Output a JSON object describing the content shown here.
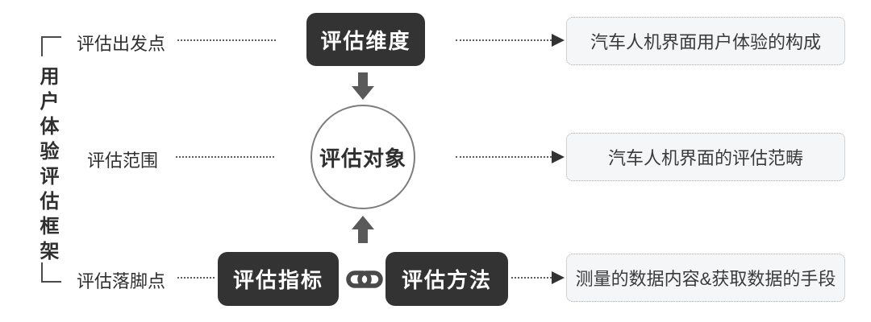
{
  "frame": {
    "title": "用户体验评估框架"
  },
  "rows": {
    "r1": {
      "label": "评估出发点",
      "node": "评估维度",
      "result": "汽车人机界面用户体验的构成"
    },
    "r2": {
      "label": "评估范围",
      "node": "评估对象",
      "result": "汽车人机界面的评估范畴"
    },
    "r3": {
      "label": "评估落脚点",
      "node_left": "评估指标",
      "node_right": "评估方法",
      "result": "测量的数据内容&获取数据的手段"
    }
  },
  "icons": {
    "link": "chain-link-icon",
    "down_arrow": "arrow-down-icon",
    "up_arrow": "arrow-up-icon",
    "right_arrow": "arrow-right-icon"
  },
  "colors": {
    "node_bg": "#333333",
    "node_text": "#ffffff",
    "result_bg": "#f5f6f7",
    "result_border": "#adadad",
    "dotted_line": "#5f5f5f",
    "thick_arrow": "#5a5a5a",
    "text": "#2f2f2f",
    "background": "#ffffff"
  }
}
